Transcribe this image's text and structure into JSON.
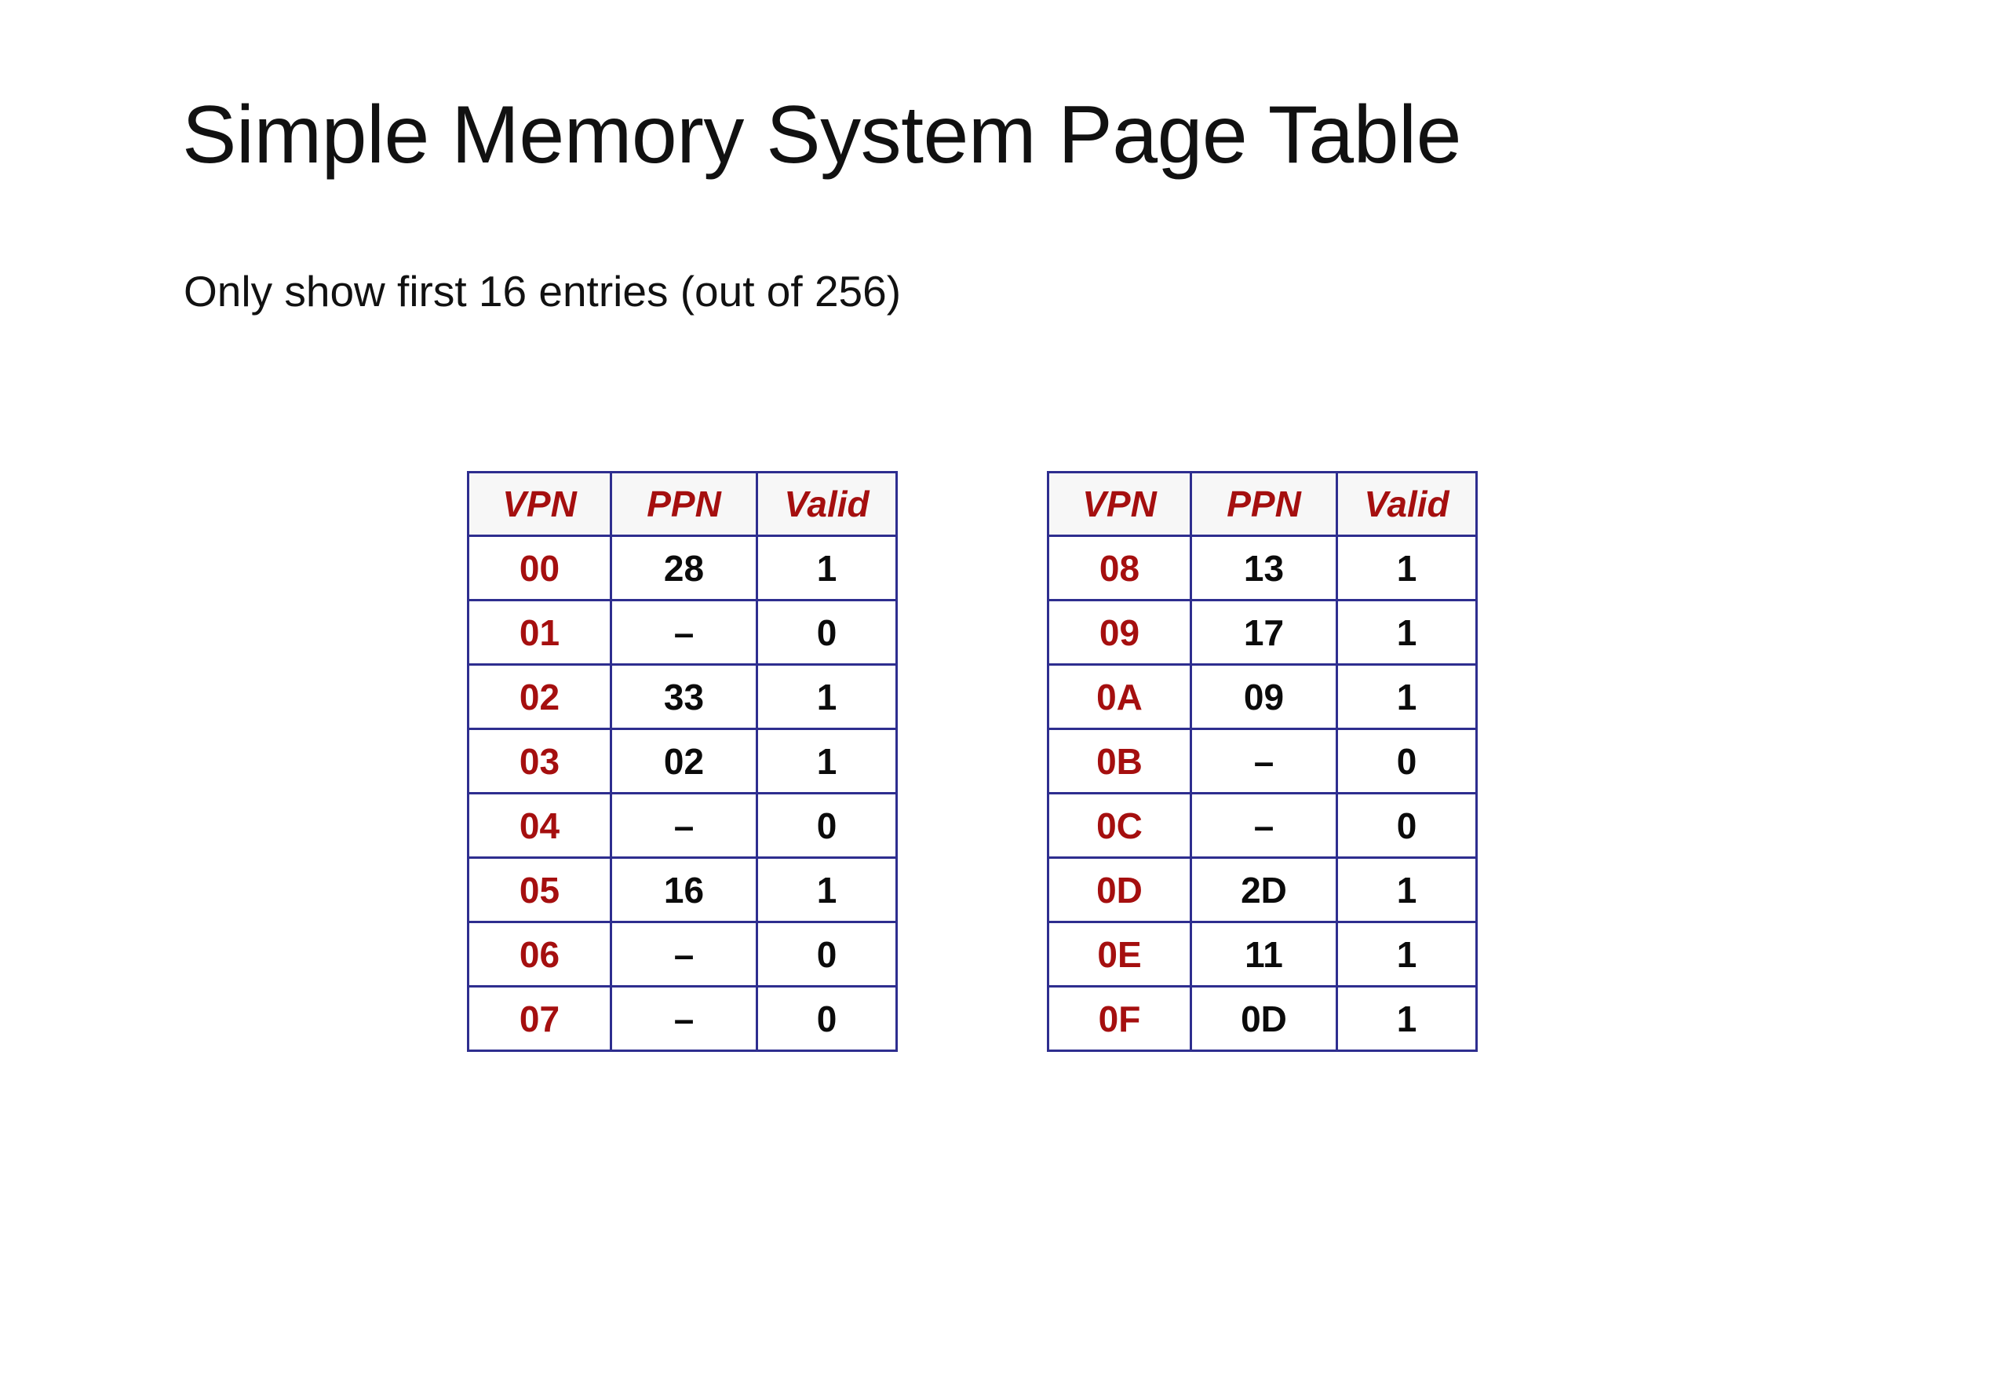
{
  "slide": {
    "title": "Simple Memory System Page Table",
    "subtitle": "Only show first 16 entries (out of 256)",
    "colors": {
      "title_text": "#111111",
      "header_text": "#a50f0f",
      "vpn_text": "#a50f0f",
      "value_text": "#0b0b0b",
      "table_border": "#2e2e8f",
      "header_fill": "#f7f7f7",
      "page_background": "#ffffff"
    }
  },
  "tables": [
    {
      "id": "page-table-low",
      "columns": [
        "VPN",
        "PPN",
        "Valid"
      ],
      "rows": [
        {
          "vpn": "00",
          "ppn": "28",
          "valid": "1"
        },
        {
          "vpn": "01",
          "ppn": "–",
          "valid": "0"
        },
        {
          "vpn": "02",
          "ppn": "33",
          "valid": "1"
        },
        {
          "vpn": "03",
          "ppn": "02",
          "valid": "1"
        },
        {
          "vpn": "04",
          "ppn": "–",
          "valid": "0"
        },
        {
          "vpn": "05",
          "ppn": "16",
          "valid": "1"
        },
        {
          "vpn": "06",
          "ppn": "–",
          "valid": "0"
        },
        {
          "vpn": "07",
          "ppn": "–",
          "valid": "0"
        }
      ]
    },
    {
      "id": "page-table-high",
      "columns": [
        "VPN",
        "PPN",
        "Valid"
      ],
      "rows": [
        {
          "vpn": "08",
          "ppn": "13",
          "valid": "1"
        },
        {
          "vpn": "09",
          "ppn": "17",
          "valid": "1"
        },
        {
          "vpn": "0A",
          "ppn": "09",
          "valid": "1"
        },
        {
          "vpn": "0B",
          "ppn": "–",
          "valid": "0"
        },
        {
          "vpn": "0C",
          "ppn": "–",
          "valid": "0"
        },
        {
          "vpn": "0D",
          "ppn": "2D",
          "valid": "1"
        },
        {
          "vpn": "0E",
          "ppn": "11",
          "valid": "1"
        },
        {
          "vpn": "0F",
          "ppn": "0D",
          "valid": "1"
        }
      ]
    }
  ]
}
